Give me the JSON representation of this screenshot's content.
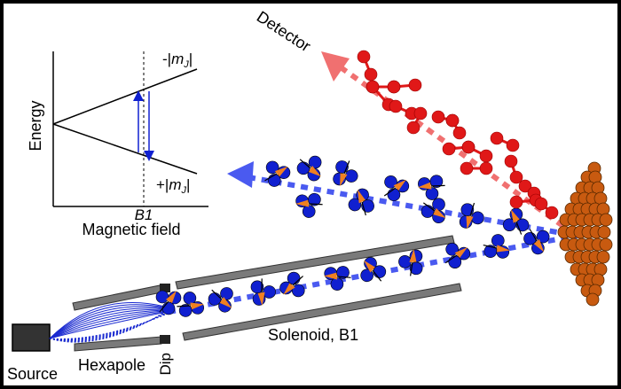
{
  "inset": {
    "y_axis_label": "Energy",
    "x_axis_label": "Magnetic field",
    "field_marker": "B1",
    "upper_state": "-|mJ|",
    "lower_state": "+|mJ|"
  },
  "labels": {
    "detector": "Detector",
    "source": "Source",
    "hexapole": "Hexapole",
    "dip": "Dip",
    "solenoid": "Solenoid, B1"
  },
  "colors": {
    "background": "#ffffff",
    "frame": "#000000",
    "molecule_blue": "#1020d0",
    "molecule_red": "#e01818",
    "surface_orange": "#c85a10",
    "beam_blue": "#4a5af0",
    "beam_red": "#f07070",
    "rod_gray": "#7a7a7a"
  }
}
